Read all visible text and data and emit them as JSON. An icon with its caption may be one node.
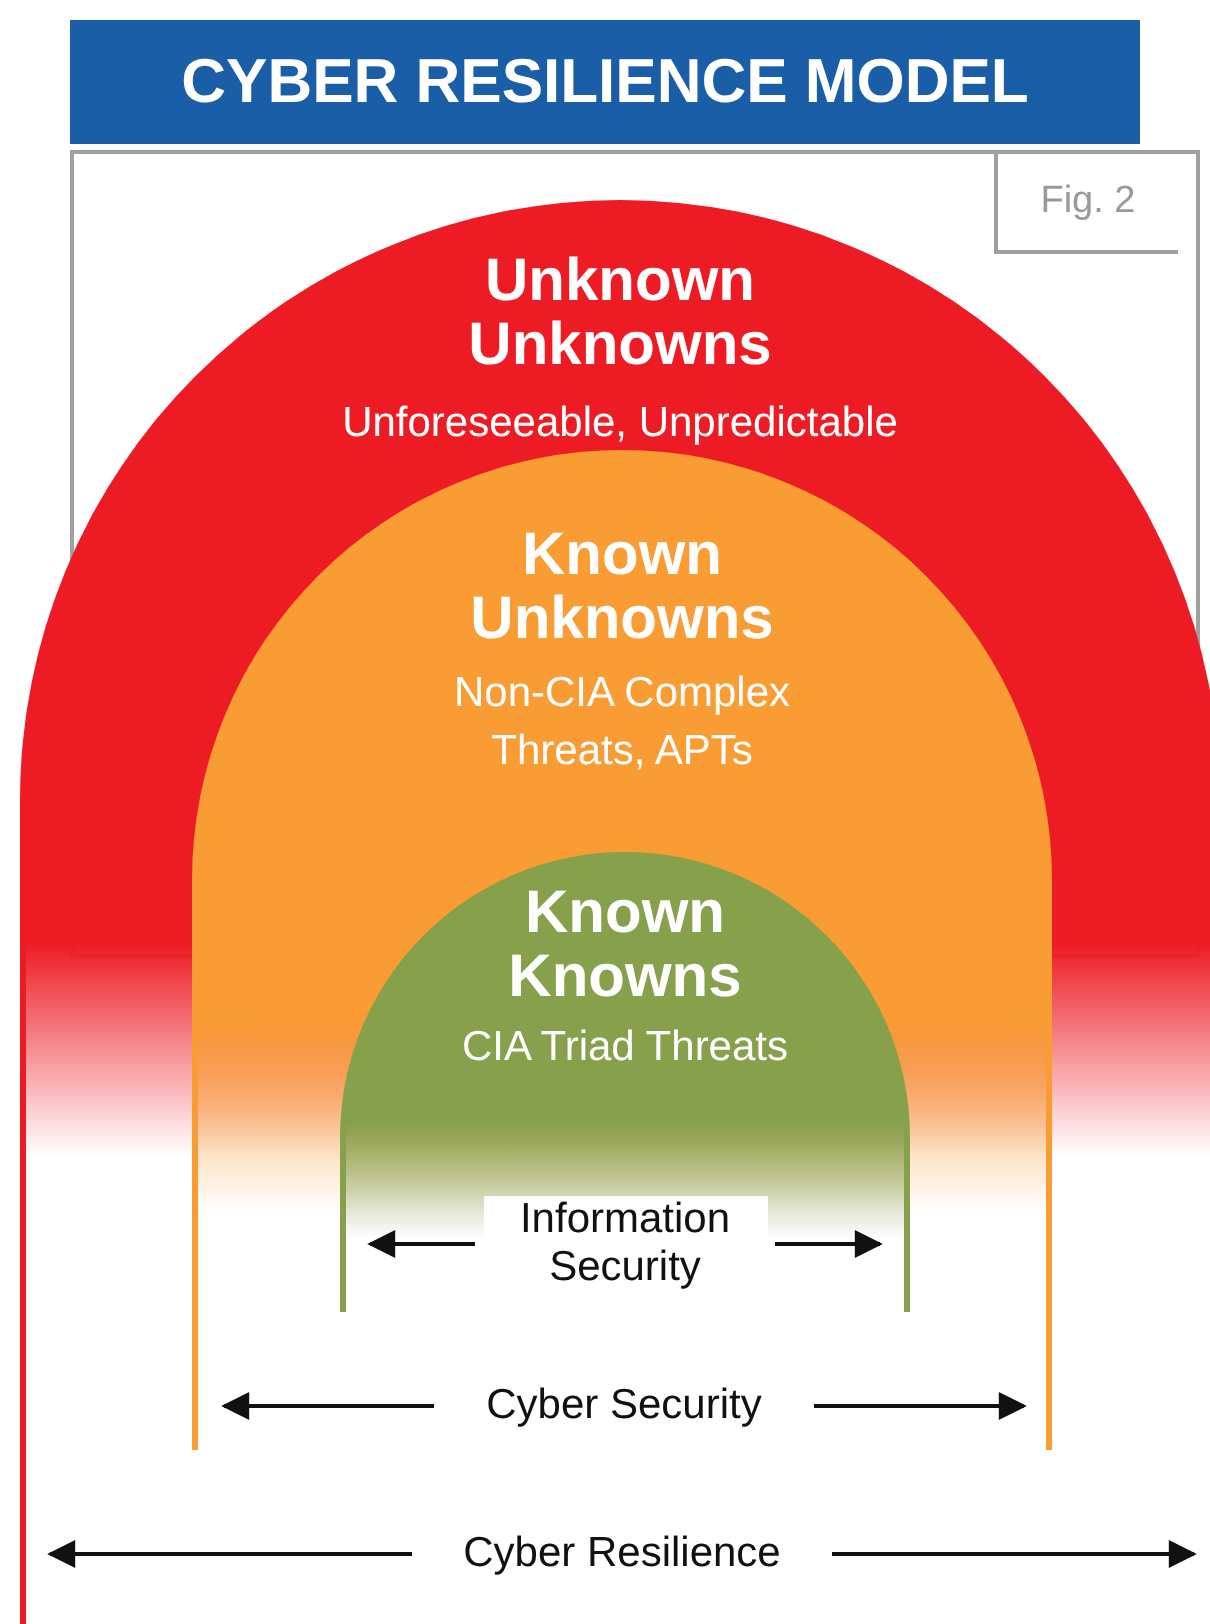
{
  "diagram": {
    "title": "CYBER RESILIENCE MODEL",
    "nodes": [
      {
        "text": [
          "Unknown Unknowns",
          "Unforeseeable, Unpredictable"
        ]
      },
      {
        "text": [
          "Known Unknowns",
          "Non-CIA Complex Threats, APTs"
        ],
        "in": 0
      },
      {
        "text": [
          "Known Knowns",
          "CIA Triad Threats"
        ],
        "in": 1
      }
    ],
    "labels": [
      "Fig. 2",
      "Information Security",
      "Cyber Security",
      "Cyber Resilience"
    ]
  }
}
